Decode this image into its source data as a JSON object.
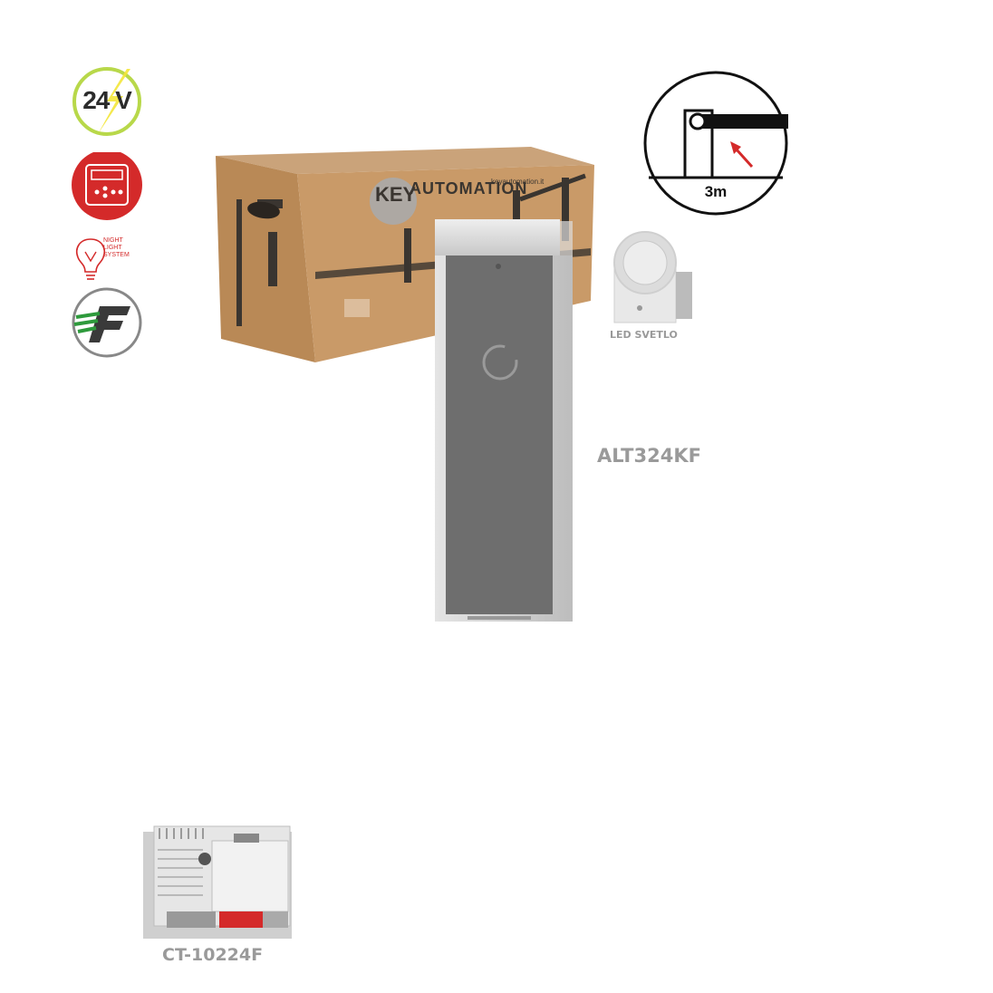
{
  "icons": {
    "voltage_label": "24 V",
    "night_light_lines": [
      "NIGHT",
      "LIGHT",
      "SYSTEM"
    ]
  },
  "box": {
    "brand_key": "KEY",
    "brand_automation": "AUTOMATION",
    "url": "keyautomation.it"
  },
  "diagram": {
    "length_label": "3m"
  },
  "products": {
    "barrier_label": "ALT324KF",
    "led_label": "LED SVETLO",
    "board_label": "CT-10224F"
  },
  "colors": {
    "accent_red": "#d42a2a",
    "accent_green": "#2e9a3c",
    "accent_yellow": "#f3e53a",
    "label_gray": "#9a9a9a",
    "cardboard": "#c99a68"
  }
}
